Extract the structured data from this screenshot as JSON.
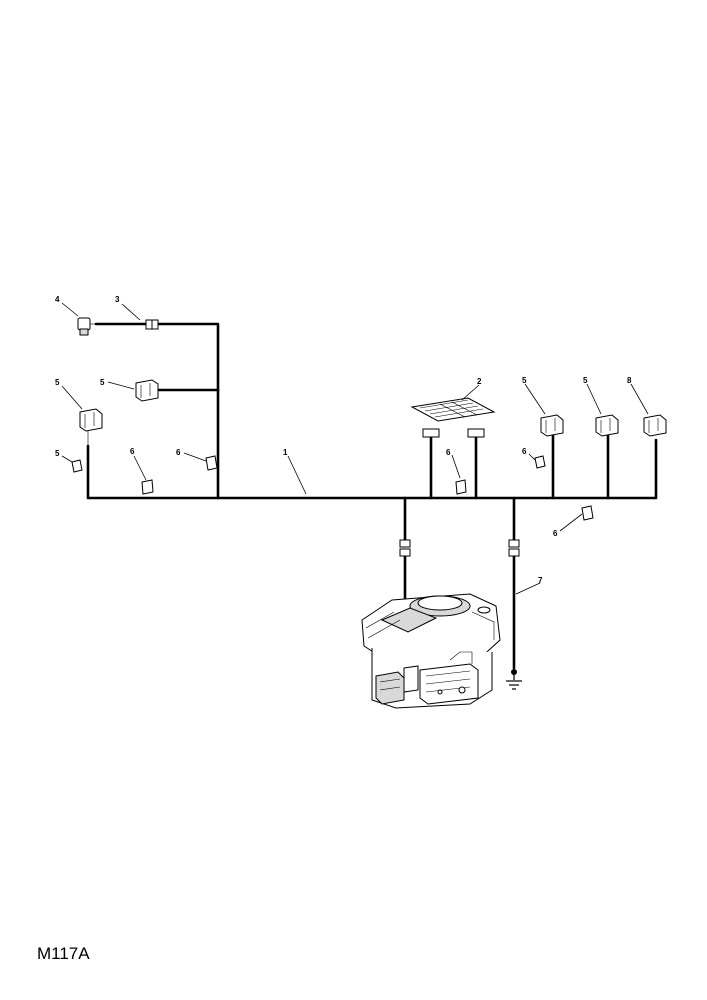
{
  "drawing_code": "M117A",
  "callouts": [
    {
      "id": "c-4a",
      "label": "4"
    },
    {
      "id": "c-3a",
      "label": "3"
    },
    {
      "id": "c-5a",
      "label": "5"
    },
    {
      "id": "c-5b",
      "label": "5"
    },
    {
      "id": "c-5c",
      "label": "5"
    },
    {
      "id": "c-6a",
      "label": "6"
    },
    {
      "id": "c-6b",
      "label": "6"
    },
    {
      "id": "c-1a",
      "label": "1"
    },
    {
      "id": "c-2a",
      "label": "2"
    },
    {
      "id": "c-5d",
      "label": "5"
    },
    {
      "id": "c-5e",
      "label": "5"
    },
    {
      "id": "c-8a",
      "label": "8"
    },
    {
      "id": "c-6c",
      "label": "6"
    },
    {
      "id": "c-6d",
      "label": "6"
    },
    {
      "id": "c-6e",
      "label": "6"
    },
    {
      "id": "c-7a",
      "label": "7"
    }
  ]
}
